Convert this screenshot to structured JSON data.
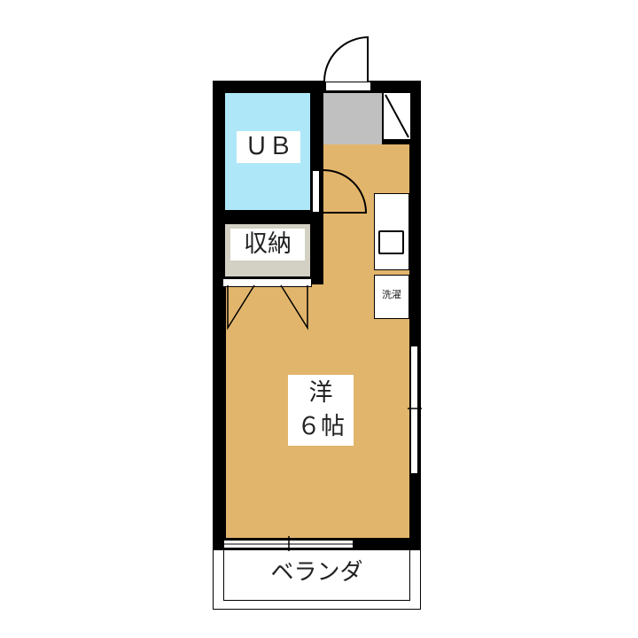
{
  "rooms": {
    "bath": {
      "label": "ＵＢ",
      "color": "#aee8f8"
    },
    "storage": {
      "label": "収納",
      "color": "#d3d0c4"
    },
    "entrance": {
      "color": "#c0c0c0"
    },
    "main": {
      "label_line1": "洋",
      "label_line2": "６帖",
      "color": "#e2b56c"
    },
    "washer": {
      "label": "洗濯"
    },
    "balcony": {
      "label": "ベランダ"
    }
  }
}
